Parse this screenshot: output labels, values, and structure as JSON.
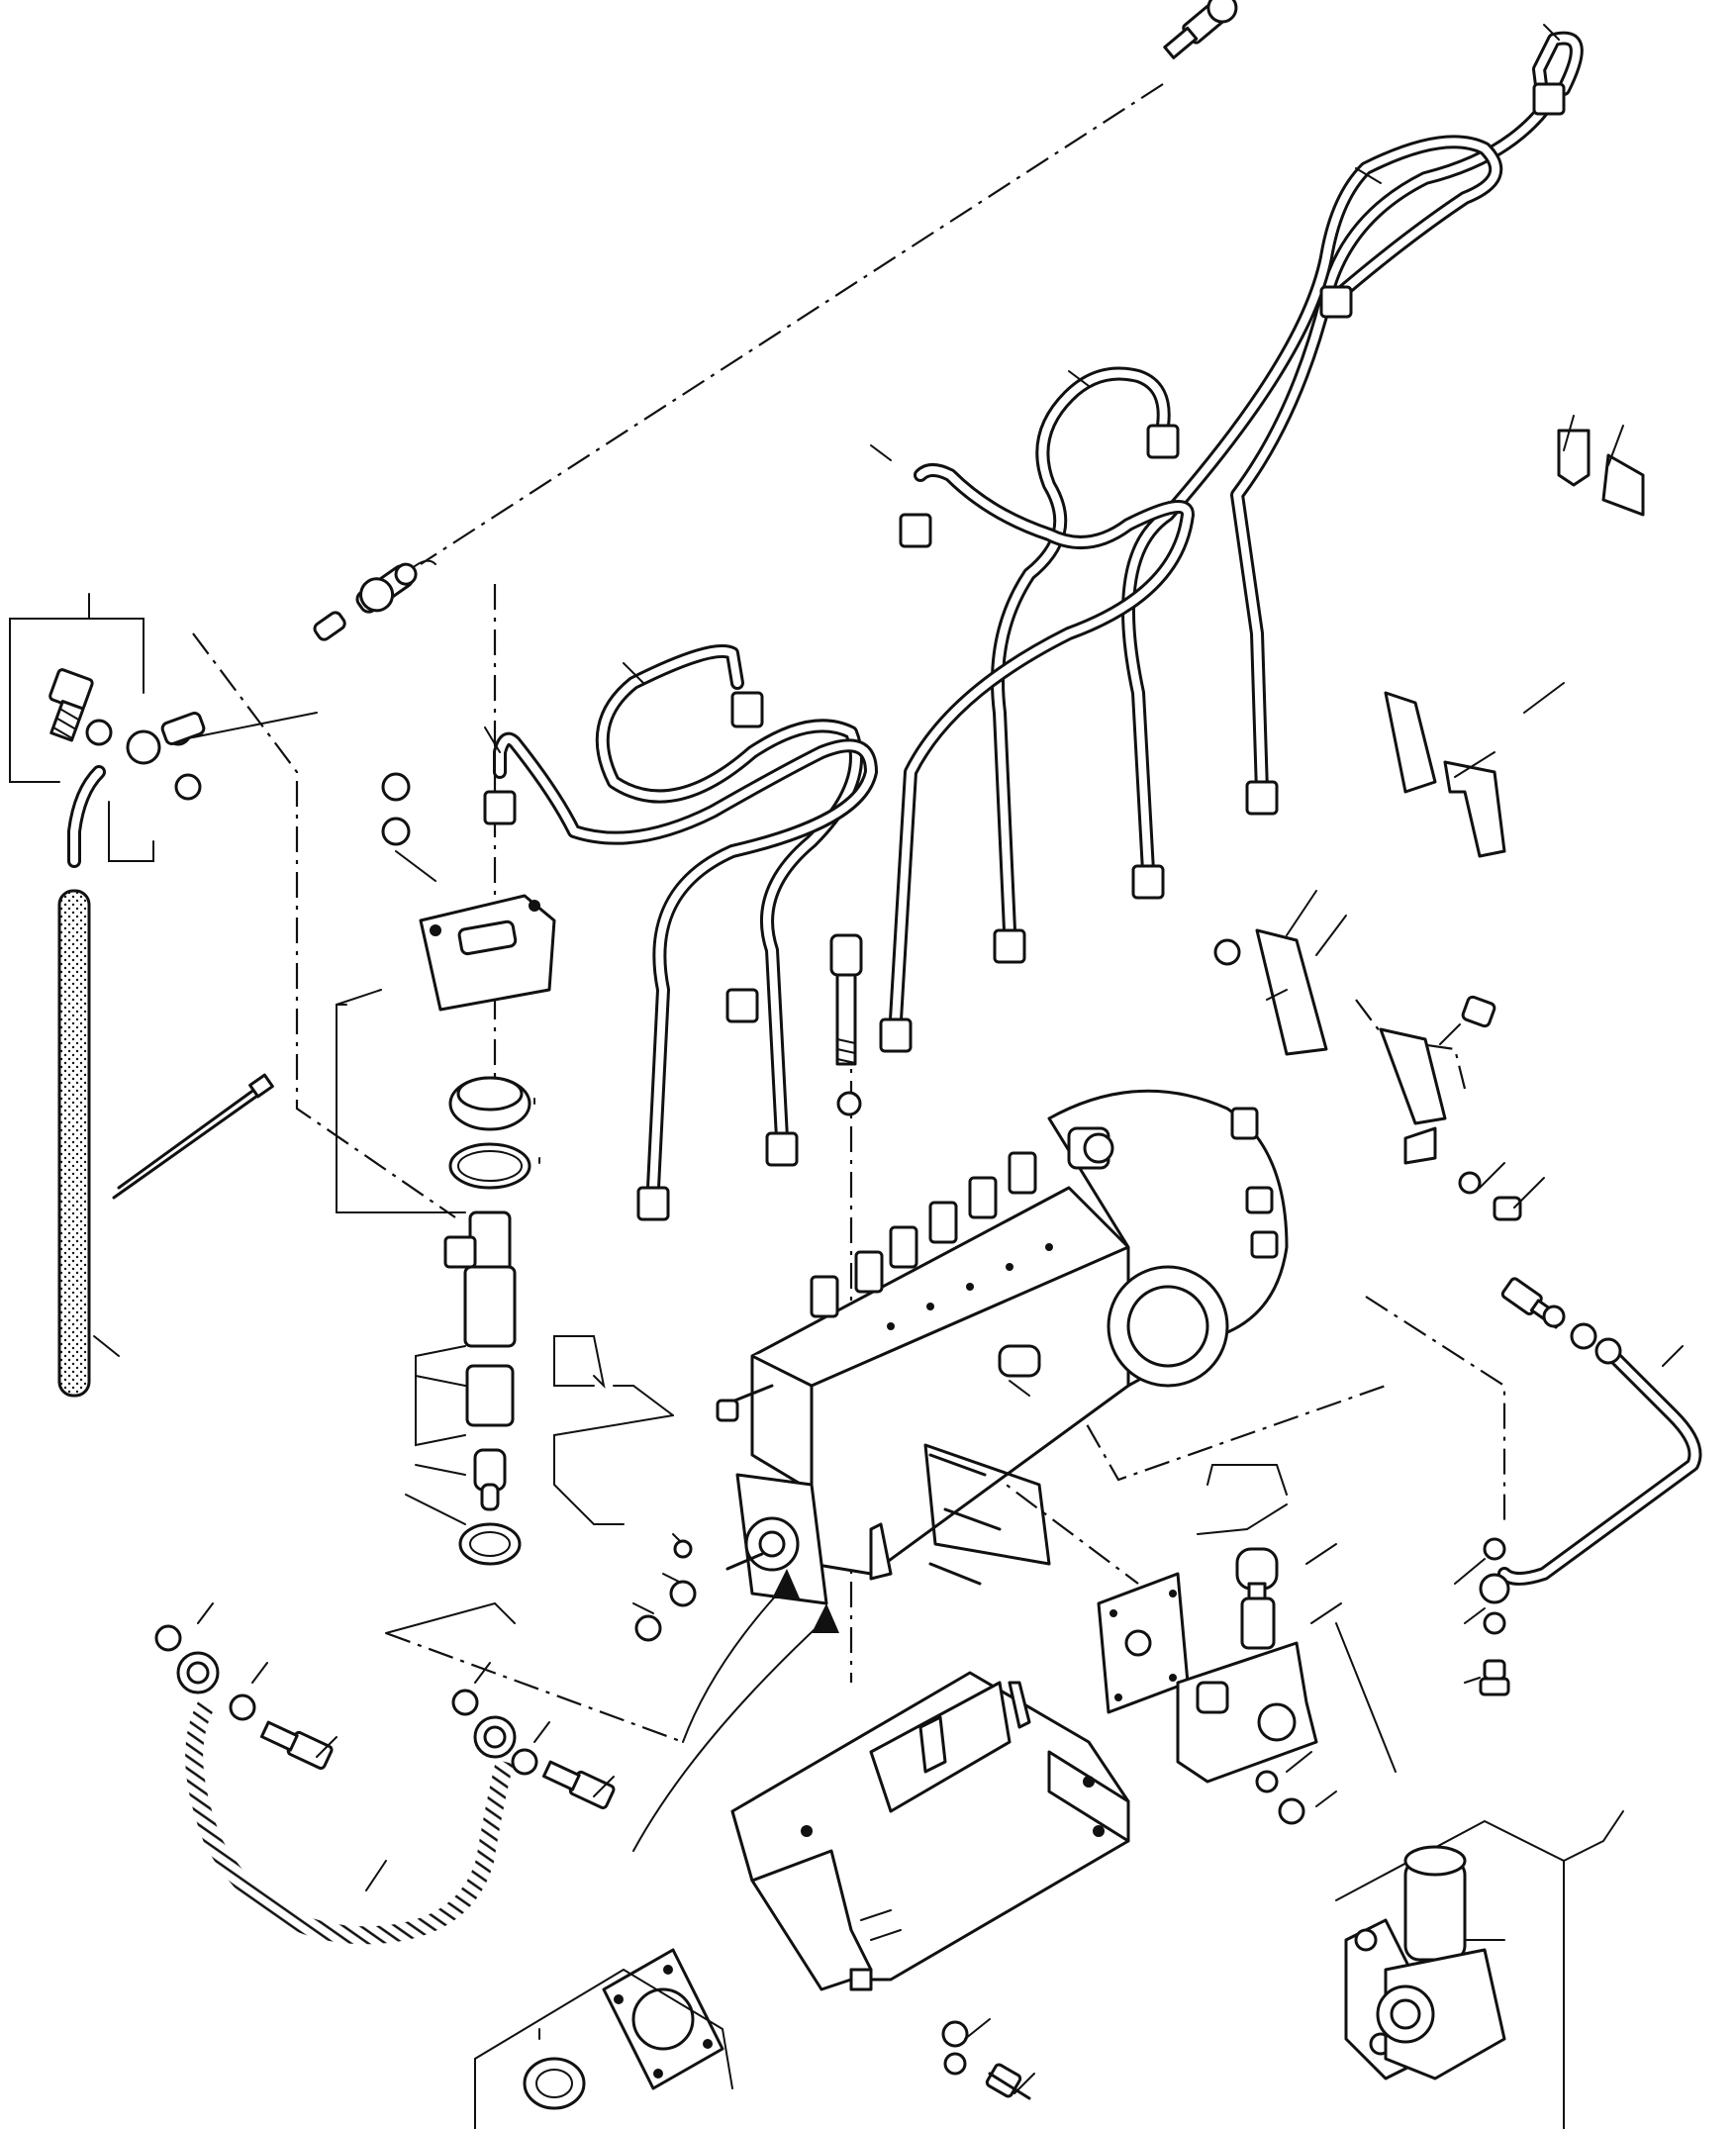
{
  "figure": {
    "background": "#ffffff",
    "ink": "#111111"
  },
  "components": [
    {
      "id": "injection-pump",
      "icon": "injection-pump-assembly-icon"
    },
    {
      "id": "injection-lines",
      "icon": "high-pressure-fuel-line-icon",
      "count": 6
    },
    {
      "id": "injector-nozzle",
      "icon": "fuel-injector-nozzle-icon"
    },
    {
      "id": "pump-bracket",
      "icon": "pump-mounting-bracket-icon"
    },
    {
      "id": "overflow-pipe",
      "icon": "overflow-pipe-icon"
    },
    {
      "id": "fuel-hoses",
      "icon": "braided-fuel-hose-icon",
      "count": 2
    },
    {
      "id": "priming-pump",
      "icon": "priming-pump-icon"
    },
    {
      "id": "feed-pump",
      "icon": "feed-pump-icon"
    },
    {
      "id": "line-clamps",
      "icon": "pipe-clamp-icon"
    },
    {
      "id": "gasket",
      "icon": "flange-gasket-icon"
    },
    {
      "id": "oil-seal",
      "icon": "oil-seal-icon"
    }
  ]
}
